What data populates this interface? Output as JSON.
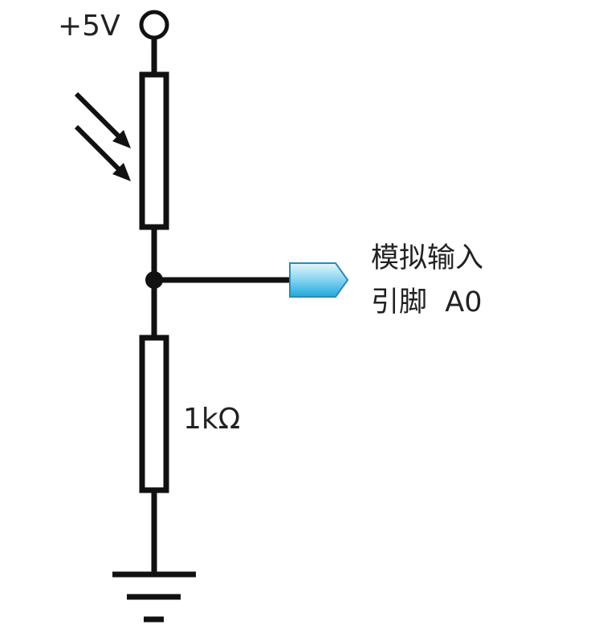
{
  "supply_label": "+5V",
  "resistor_label": "1kΩ",
  "pin_label_line1": "模拟输入",
  "pin_label_line2": "引脚  A0",
  "colors": {
    "wire": "#111111",
    "connector_fill_top": "#d9f1fb",
    "connector_fill_bottom": "#2fb8e6",
    "connector_stroke": "#2a8ab5"
  },
  "components": {
    "supply_terminal": "open-circle-terminal",
    "photoresistor": "light-dependent-resistor",
    "resistor": "fixed-resistor",
    "junction": "node-dot",
    "connector": "signal-pin-connector",
    "ground": "ground-symbol"
  }
}
